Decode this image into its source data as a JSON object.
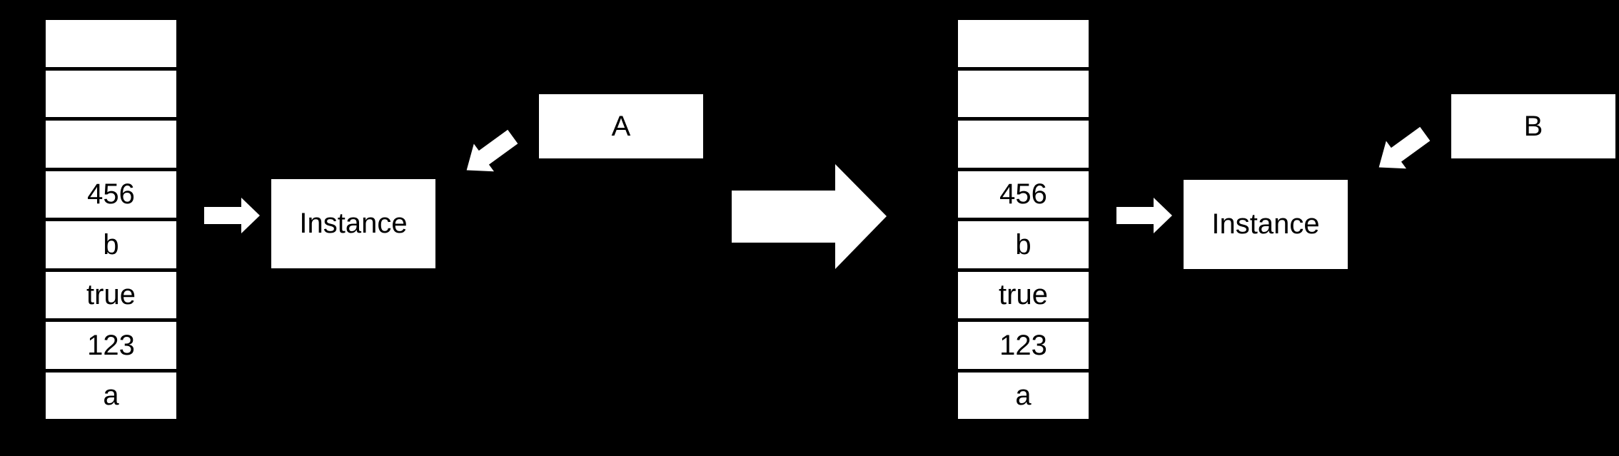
{
  "colors": {
    "background": "#000000",
    "shape_fill": "#ffffff",
    "text": "#000000"
  },
  "left_panel": {
    "stack": {
      "cells": [
        "",
        "",
        "",
        "456",
        "b",
        "true",
        "123",
        "a"
      ]
    },
    "instance_label": "Instance",
    "reference_label": "A"
  },
  "right_panel": {
    "stack": {
      "cells": [
        "",
        "",
        "",
        "456",
        "b",
        "true",
        "123",
        "a"
      ]
    },
    "instance_label": "Instance",
    "reference_label": "B"
  },
  "icons": {
    "stack_to_instance": "right-arrow-icon",
    "reference_to_instance": "down-left-arrow-icon",
    "transition": "big-right-arrow-icon"
  }
}
